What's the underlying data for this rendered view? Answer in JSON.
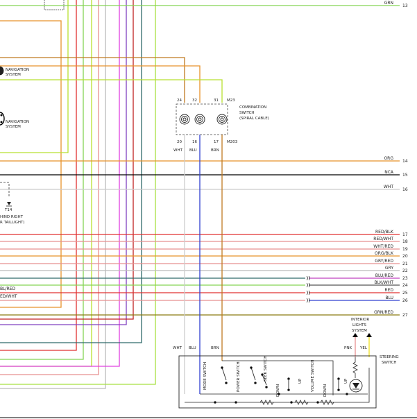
{
  "wire_colors": {
    "green": "#84d454",
    "orange": "#e8922a",
    "yellow_green": "#b8e030",
    "brown": "#c07a20",
    "magenta": "#e040e0",
    "purple": "#8040c0",
    "red": "#e03030",
    "dark_teal": "#2f6a6a",
    "blue": "#3040d0",
    "gray": "#bbbbbb",
    "black": "#000000",
    "dark_yellow": "#8a7a10",
    "pink": "#e89090",
    "yellow": "#f0e020",
    "light_gray": "#cccccc"
  },
  "components": {
    "nav_system_1": {
      "line1": "NAVIGATION",
      "line2": "SYSTEM"
    },
    "nav_system_2": {
      "line1": "NAVIGATION",
      "line2": "SYSTEM"
    },
    "t14": {
      "id": "T14",
      "line1": "HIND RIGHT",
      "line2": "R TAILLIGHT)"
    },
    "combo_switch": {
      "line1": "COMBINATION",
      "line2": "SWITCH",
      "line3": "(SPIRAL CABLE)"
    },
    "interior_lights": {
      "line1": "INTERIOR",
      "line2": "LIGHTS",
      "line3": "SYSTEM"
    },
    "steering_switch": {
      "line1": "STEERING",
      "line2": "SWITCH"
    }
  },
  "combo_pins_top": [
    "24",
    "32",
    "31",
    "M23"
  ],
  "combo_pins_bottom": [
    "20",
    "16",
    "17",
    "M203"
  ],
  "combo_wires_below": [
    "WHT",
    "BLU",
    "BRN"
  ],
  "steering_wires_in": [
    "WHT",
    "BLU",
    "BRN"
  ],
  "interior_wires": [
    "PNK",
    "YEL"
  ],
  "switch_labels": {
    "mode": "MODE SWITCH",
    "power": "POWER SWITCH",
    "seek": "SEEK SWITCH",
    "seek_down": "DOWN",
    "seek_up": "UP",
    "volume": "VOLUME SWITCH",
    "volume_down": "DOWN",
    "volume_up": "UP"
  },
  "circuits": [
    {
      "num": "13",
      "color": "GRN"
    },
    {
      "num": "14",
      "color": "ORG"
    },
    {
      "num": "15",
      "color": "NCA"
    },
    {
      "num": "16",
      "color": "WHT"
    },
    {
      "num": "17",
      "color": "RED/BLK"
    },
    {
      "num": "18",
      "color": "RED/WHT"
    },
    {
      "num": "19",
      "color": "WHT/RED"
    },
    {
      "num": "20",
      "color": "ORG/BLK"
    },
    {
      "num": "21",
      "color": "GRY/RED"
    },
    {
      "num": "22",
      "color": "GRY"
    },
    {
      "num": "23",
      "color": "BLU/RED"
    },
    {
      "num": "24",
      "color": "BLK/WHT"
    },
    {
      "num": "25",
      "color": "RED"
    },
    {
      "num": "26",
      "color": "BLU"
    },
    {
      "num": "27",
      "color": "GRN/RED"
    }
  ],
  "left_cut_labels": [
    "BL/RED",
    "ED/WHT"
  ]
}
